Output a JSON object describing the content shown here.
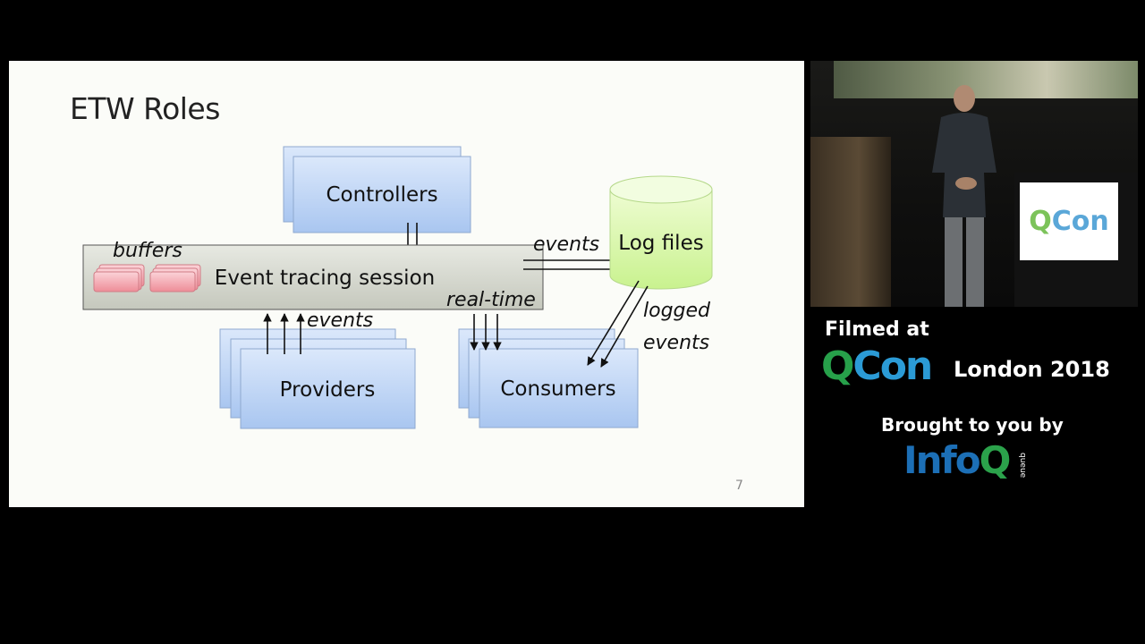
{
  "slide": {
    "title": "ETW Roles",
    "page_number": "7",
    "boxes": {
      "controllers": "Controllers",
      "session": "Event tracing session",
      "log_files": "Log files",
      "providers": "Providers",
      "consumers": "Consumers"
    },
    "labels": {
      "buffers": "buffers",
      "events_top": "events",
      "realtime": "real-time",
      "events_providers": "events",
      "logged": "logged",
      "logged_events": "events"
    },
    "colors": {
      "box_fill": "#b9d2f3",
      "session_fill": "#d3d6cc",
      "log_fill": "#d6f7a6",
      "buffer_fill": "#f3a5ad"
    }
  },
  "sidebar": {
    "filmed_at": "Filmed at",
    "qcon_q": "Q",
    "qcon_rest": "Con",
    "event": "London 2018",
    "brought_by": "Brought to you by",
    "infoq_info": "Info",
    "infoq_q": "Q",
    "queue": "queue"
  },
  "video": {
    "sign_q": "Q",
    "sign_rest": "Con"
  }
}
